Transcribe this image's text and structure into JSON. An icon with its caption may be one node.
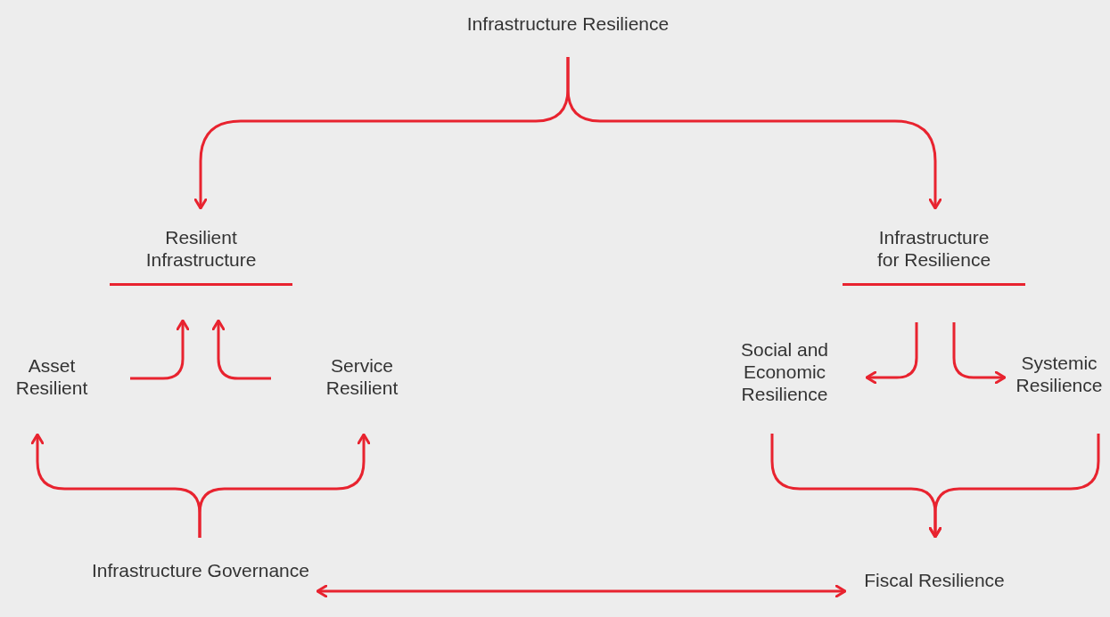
{
  "diagram": {
    "nodes": [
      {
        "text": [
          "Infrastructure Resilience"
        ]
      },
      {
        "text": [
          "Resilient Infrastructure"
        ]
      },
      {
        "text": [
          "Infrastructure for Resilience"
        ]
      },
      {
        "text": [
          "Asset Resilient"
        ]
      },
      {
        "text": [
          "Service Resilient"
        ]
      },
      {
        "text": [
          "Social and Economic Resilience"
        ]
      },
      {
        "text": [
          "Systemic Resilience"
        ]
      },
      {
        "text": [
          "Infrastructure Governance"
        ]
      },
      {
        "text": [
          "Fiscal Resilience"
        ]
      }
    ],
    "edges": [
      {
        "from": 0,
        "to": 1,
        "arrow": "to"
      },
      {
        "from": 0,
        "to": 2,
        "arrow": "to"
      },
      {
        "from": 3,
        "to": 1,
        "arrow": "to"
      },
      {
        "from": 4,
        "to": 1,
        "arrow": "to"
      },
      {
        "from": 2,
        "to": 5,
        "arrow": "to"
      },
      {
        "from": 2,
        "to": 6,
        "arrow": "to"
      },
      {
        "from": 7,
        "to": 3,
        "arrow": "to"
      },
      {
        "from": 7,
        "to": 4,
        "arrow": "to"
      },
      {
        "from": 5,
        "to": 8,
        "arrow": "to"
      },
      {
        "from": 6,
        "to": 8,
        "arrow": "to"
      },
      {
        "from": 7,
        "to": 8,
        "arrow": "both"
      }
    ]
  }
}
